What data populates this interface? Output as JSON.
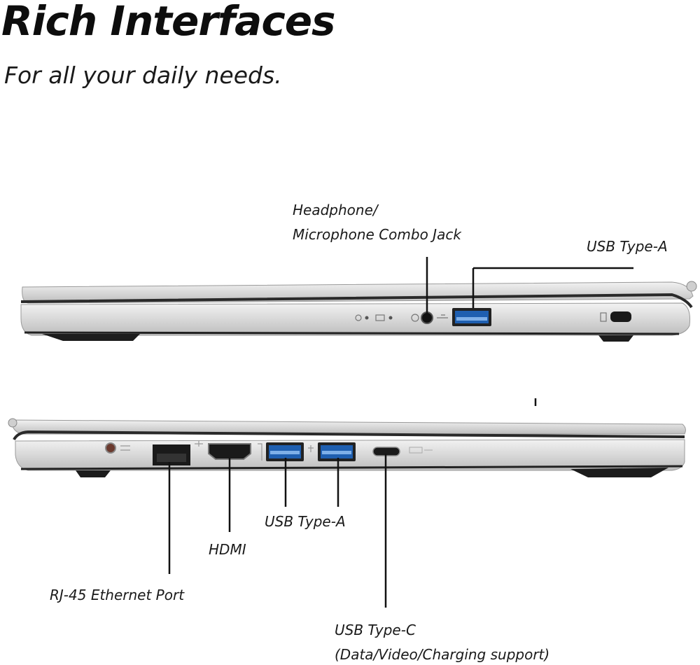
{
  "heading": {
    "title": "Rich Interfaces",
    "subtitle": "For all your daily needs."
  },
  "right_side": {
    "callouts": {
      "audio_line1": "Headphone/",
      "audio_line2": "Microphone Combo Jack",
      "usb_a": "USB Type-A"
    }
  },
  "left_side": {
    "callouts": {
      "usb_a": "USB Type-A",
      "hdmi": "HDMI",
      "rj45": "RJ-45 Ethernet Port",
      "usb_c_line1": "USB Type-C",
      "usb_c_line2": "(Data/Video/Charging support)"
    }
  },
  "colors": {
    "chassis": "#d7d7d7",
    "chassis_highlight": "#efefef",
    "seam": "#2a2a2a",
    "usb_blue": "#1f5fb0",
    "leader_line": "#111111"
  },
  "icons": [
    "battery-led-icon",
    "power-led-icon",
    "headset-icon",
    "usb-icon",
    "lock-icon",
    "network-icon",
    "hdmi-icon",
    "usb-c-icon",
    "dc-in-icon"
  ]
}
